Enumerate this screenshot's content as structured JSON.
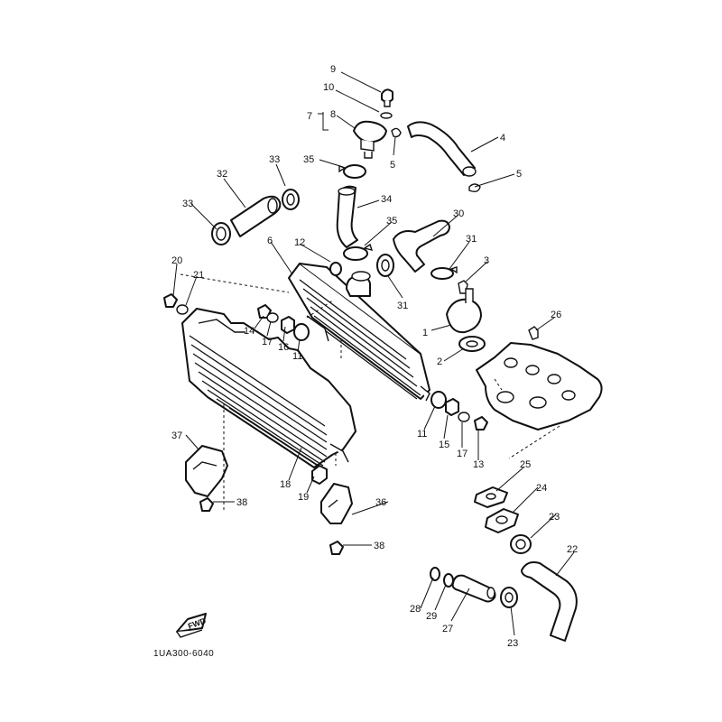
{
  "diagram": {
    "code": "1UA300-6040",
    "fwd_label": "FWD",
    "callouts": [
      {
        "id": "c9",
        "text": "9"
      },
      {
        "id": "c10",
        "text": "10"
      },
      {
        "id": "c7",
        "text": "7"
      },
      {
        "id": "c8",
        "text": "8"
      },
      {
        "id": "c5a",
        "text": "5"
      },
      {
        "id": "c4",
        "text": "4"
      },
      {
        "id": "c5b",
        "text": "5"
      },
      {
        "id": "c35a",
        "text": "35"
      },
      {
        "id": "c32",
        "text": "32"
      },
      {
        "id": "c33a",
        "text": "33"
      },
      {
        "id": "c34",
        "text": "34"
      },
      {
        "id": "c33b",
        "text": "33"
      },
      {
        "id": "c35b",
        "text": "35"
      },
      {
        "id": "c30",
        "text": "30"
      },
      {
        "id": "c6",
        "text": "6"
      },
      {
        "id": "c12",
        "text": "12"
      },
      {
        "id": "c31a",
        "text": "31"
      },
      {
        "id": "c3",
        "text": "3"
      },
      {
        "id": "c20",
        "text": "20"
      },
      {
        "id": "c21",
        "text": "21"
      },
      {
        "id": "c31b",
        "text": "31"
      },
      {
        "id": "c26",
        "text": "26"
      },
      {
        "id": "c1",
        "text": "1"
      },
      {
        "id": "c14",
        "text": "14"
      },
      {
        "id": "c17a",
        "text": "17"
      },
      {
        "id": "c16",
        "text": "16"
      },
      {
        "id": "c11a",
        "text": "11"
      },
      {
        "id": "c2",
        "text": "2"
      },
      {
        "id": "c11b",
        "text": "11"
      },
      {
        "id": "c15",
        "text": "15"
      },
      {
        "id": "c17b",
        "text": "17"
      },
      {
        "id": "c13",
        "text": "13"
      },
      {
        "id": "c37",
        "text": "37"
      },
      {
        "id": "c25",
        "text": "25"
      },
      {
        "id": "c18",
        "text": "18"
      },
      {
        "id": "c19",
        "text": "19"
      },
      {
        "id": "c24",
        "text": "24"
      },
      {
        "id": "c38a",
        "text": "38"
      },
      {
        "id": "c36",
        "text": "36"
      },
      {
        "id": "c23a",
        "text": "23"
      },
      {
        "id": "c22",
        "text": "22"
      },
      {
        "id": "c38b",
        "text": "38"
      },
      {
        "id": "c28",
        "text": "28"
      },
      {
        "id": "c29",
        "text": "29"
      },
      {
        "id": "c27",
        "text": "27"
      },
      {
        "id": "c23b",
        "text": "23"
      }
    ]
  }
}
